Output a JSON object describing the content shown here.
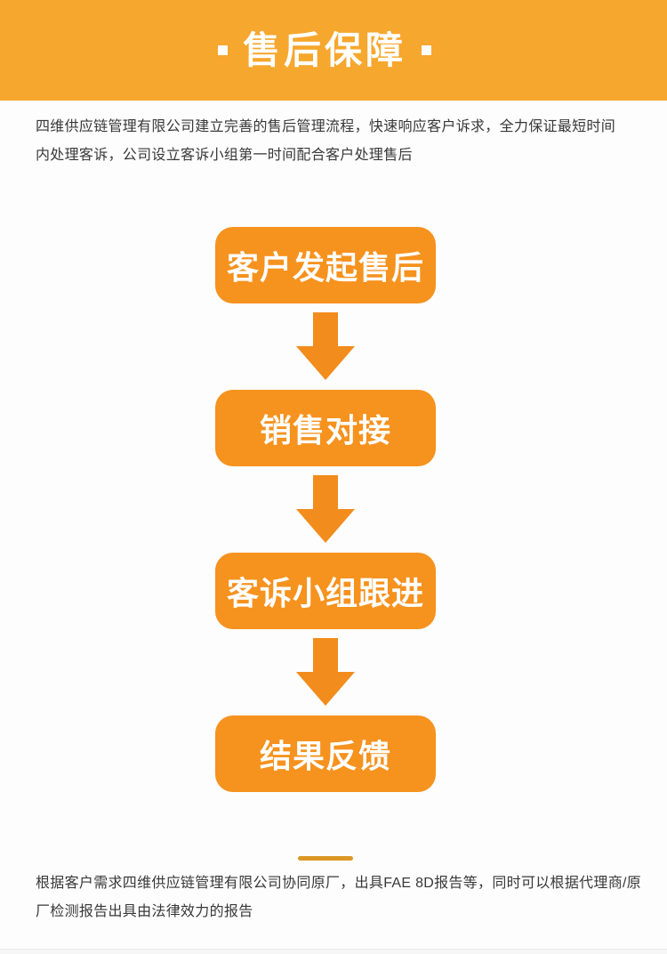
{
  "theme": {
    "header_bg": "#F6A72D",
    "box_bg": "#F6921E",
    "arrow_color": "#F28C1C",
    "divider_color": "#DC9726",
    "text_color": "#383838",
    "title_color": "#FFFFFF"
  },
  "header": {
    "title": "售后保障"
  },
  "intro": {
    "text": "四维供应链管理有限公司建立完善的售后管理流程，快速响应客户诉求，全力保证最短时间内处理客诉，公司设立客诉小组第一时间配合客户处理售后"
  },
  "flow": {
    "steps": [
      {
        "label": "客户发起售后"
      },
      {
        "label": "销售对接"
      },
      {
        "label": "客诉小组跟进"
      },
      {
        "label": "结果反馈"
      }
    ]
  },
  "footer": {
    "text": "根据客户需求四维供应链管理有限公司协同原厂，出具FAE 8D报告等，同时可以根据代理商/原厂检测报告出具由法律效力的报告"
  }
}
